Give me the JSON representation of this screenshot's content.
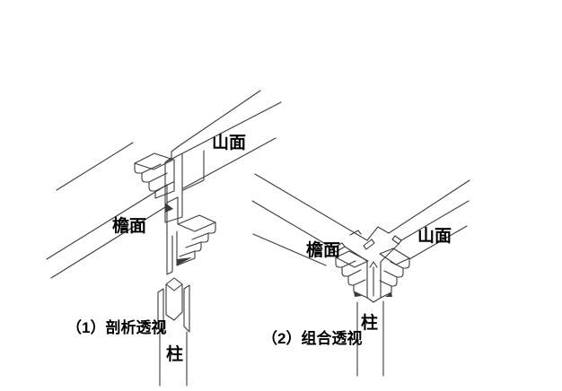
{
  "page": {
    "background": "#ffffff",
    "line_color": "#3b3b3b",
    "text_color": "#000000"
  },
  "figure1": {
    "caption": "（1）剖析透视",
    "labels": {
      "beam_upper": "山面",
      "beam_lower": "檐面",
      "column": "柱"
    }
  },
  "figure2": {
    "caption": "（2）组合透视",
    "labels": {
      "beam_left": "檐面",
      "beam_right": "山面",
      "column": "柱"
    }
  }
}
